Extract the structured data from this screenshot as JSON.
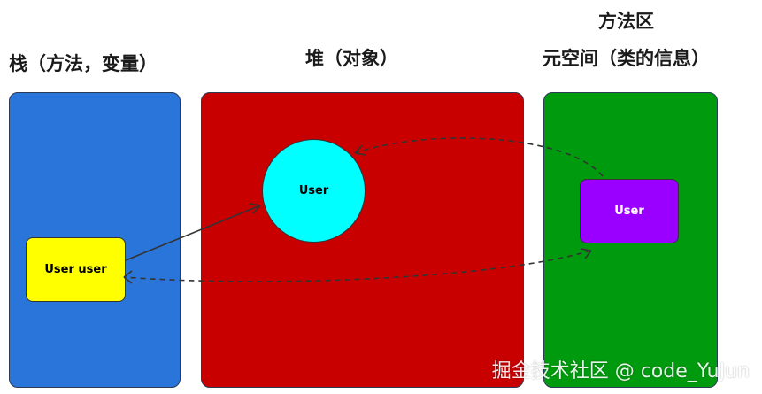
{
  "stack": {
    "title": "栈（方法，变量）",
    "color": "#2a75d9",
    "var_box": {
      "label": "User user",
      "color": "#ffff00"
    }
  },
  "heap": {
    "title": "堆（对象）",
    "color": "#c80000",
    "object": {
      "label": "User",
      "color": "#00ffff"
    }
  },
  "method_area": {
    "title_top": "方法区",
    "title_bottom": "元空间（类的信息）",
    "color": "#009a0e",
    "class_box": {
      "label": "User",
      "color": "#9900ff"
    }
  },
  "watermark": "掘金技术社区 @ code_YuJun"
}
